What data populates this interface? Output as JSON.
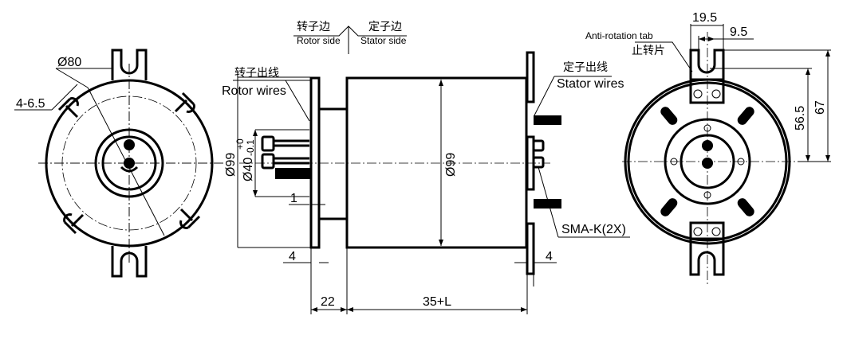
{
  "legend": {
    "rotor_cn": "转子边",
    "rotor_en": "Rotor side",
    "stator_cn": "定子边",
    "stator_en": "Stator side"
  },
  "left_view": {
    "dia_pcd": "Ø80",
    "holes": "4-6.5"
  },
  "side_view": {
    "rotor_wires_cn": "转子出线",
    "rotor_wires_en": "Rotor wires",
    "stator_wires_cn": "定子出线",
    "stator_wires_en": "Stator wires",
    "connector": "SMA-K(2X)",
    "dia_flange": "Ø99",
    "dia_hub": "Ø40",
    "dia_hub_tol_upper": "+0",
    "dia_hub_tol_lower": "-0.1",
    "dia_body": "Ø99",
    "gap": "1",
    "flange_left": "4",
    "flange_right": "4",
    "len_rotor": "22",
    "len_body": "35+L"
  },
  "right_view": {
    "tab_cn": "止转片",
    "tab_en": "Anti-rotation tab",
    "tab_width": "19.5",
    "slot_width": "9.5",
    "dim_slot": "56.5",
    "dim_tab": "67"
  }
}
